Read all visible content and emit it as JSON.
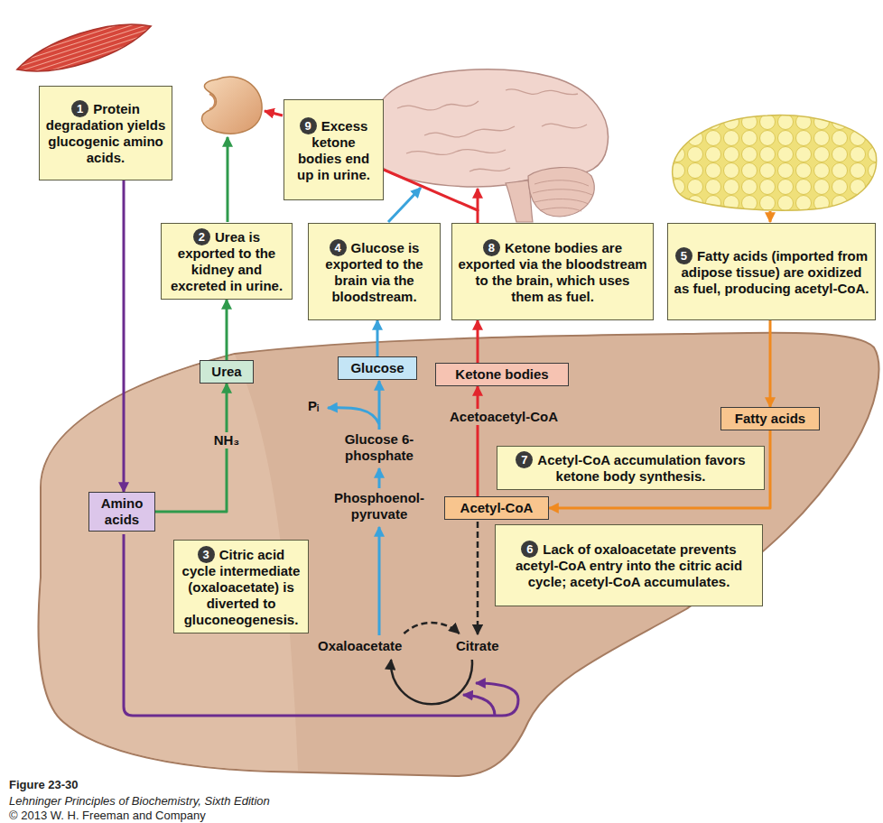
{
  "diagram": {
    "caption": "Figure 23-30",
    "nodes": [
      {
        "text": [
          "1",
          "Protein degradation yields glucogenic amino acids."
        ]
      },
      {
        "text": [
          "9",
          "Excess ketone bodies end up in urine."
        ]
      },
      {
        "text": [
          "2",
          "Urea is exported to the kidney and excreted in urine."
        ]
      },
      {
        "text": [
          "4",
          "Glucose is exported to the brain via the bloodstream."
        ]
      },
      {
        "text": [
          "8",
          "Ketone bodies are exported via the bloodstream to the brain, which uses them as fuel."
        ]
      },
      {
        "text": [
          "5",
          "Fatty acids (imported from adipose tissue) are oxidized as fuel, producing acetyl-CoA."
        ]
      },
      {
        "text": [
          "Urea"
        ]
      },
      {
        "text": [
          "Glucose"
        ]
      },
      {
        "text": [
          "Ketone bodies"
        ]
      },
      {
        "text": [
          "Fatty acids"
        ]
      },
      {
        "text": [
          "7",
          "Acetyl-CoA accumulation favors ketone body synthesis."
        ]
      },
      {
        "text": [
          "Amino acids"
        ]
      },
      {
        "text": [
          "Acetyl-CoA"
        ]
      },
      {
        "text": [
          "6",
          "Lack of oxaloacetate prevents acetyl-CoA entry into the citric acid cycle; acetyl-CoA accumulates."
        ]
      },
      {
        "text": [
          "3",
          "Citric acid cycle intermediate (oxaloacetate) is diverted to gluconeogenesis."
        ]
      }
    ],
    "edges": [
      {
        "from": 0,
        "to": 11,
        "arrow": "to"
      },
      {
        "from": 11,
        "to": 6,
        "label": "NH₃",
        "arrow": "to"
      },
      {
        "from": 6,
        "to": 2,
        "arrow": "to"
      },
      {
        "from": 7,
        "to": 3,
        "arrow": "to"
      },
      {
        "from": 8,
        "to": 4,
        "arrow": "to"
      },
      {
        "from": 4,
        "to": 1,
        "arrow": "none"
      },
      {
        "from": 5,
        "to": 9,
        "arrow": "to"
      },
      {
        "from": 9,
        "to": 12,
        "arrow": "to"
      },
      {
        "from": 12,
        "to": 8,
        "label": "Acetoacetyl-CoA",
        "arrow": "to"
      }
    ],
    "labels": [
      "Pᵢ",
      "Glucose 6-phosphate",
      "Phosphoenol- pyruvate",
      "Oxaloacetate",
      "Citrate",
      "Lehninger Principles of Biochemistry, Sixth Edition",
      "© 2013 W. H. Freeman and Company"
    ]
  }
}
